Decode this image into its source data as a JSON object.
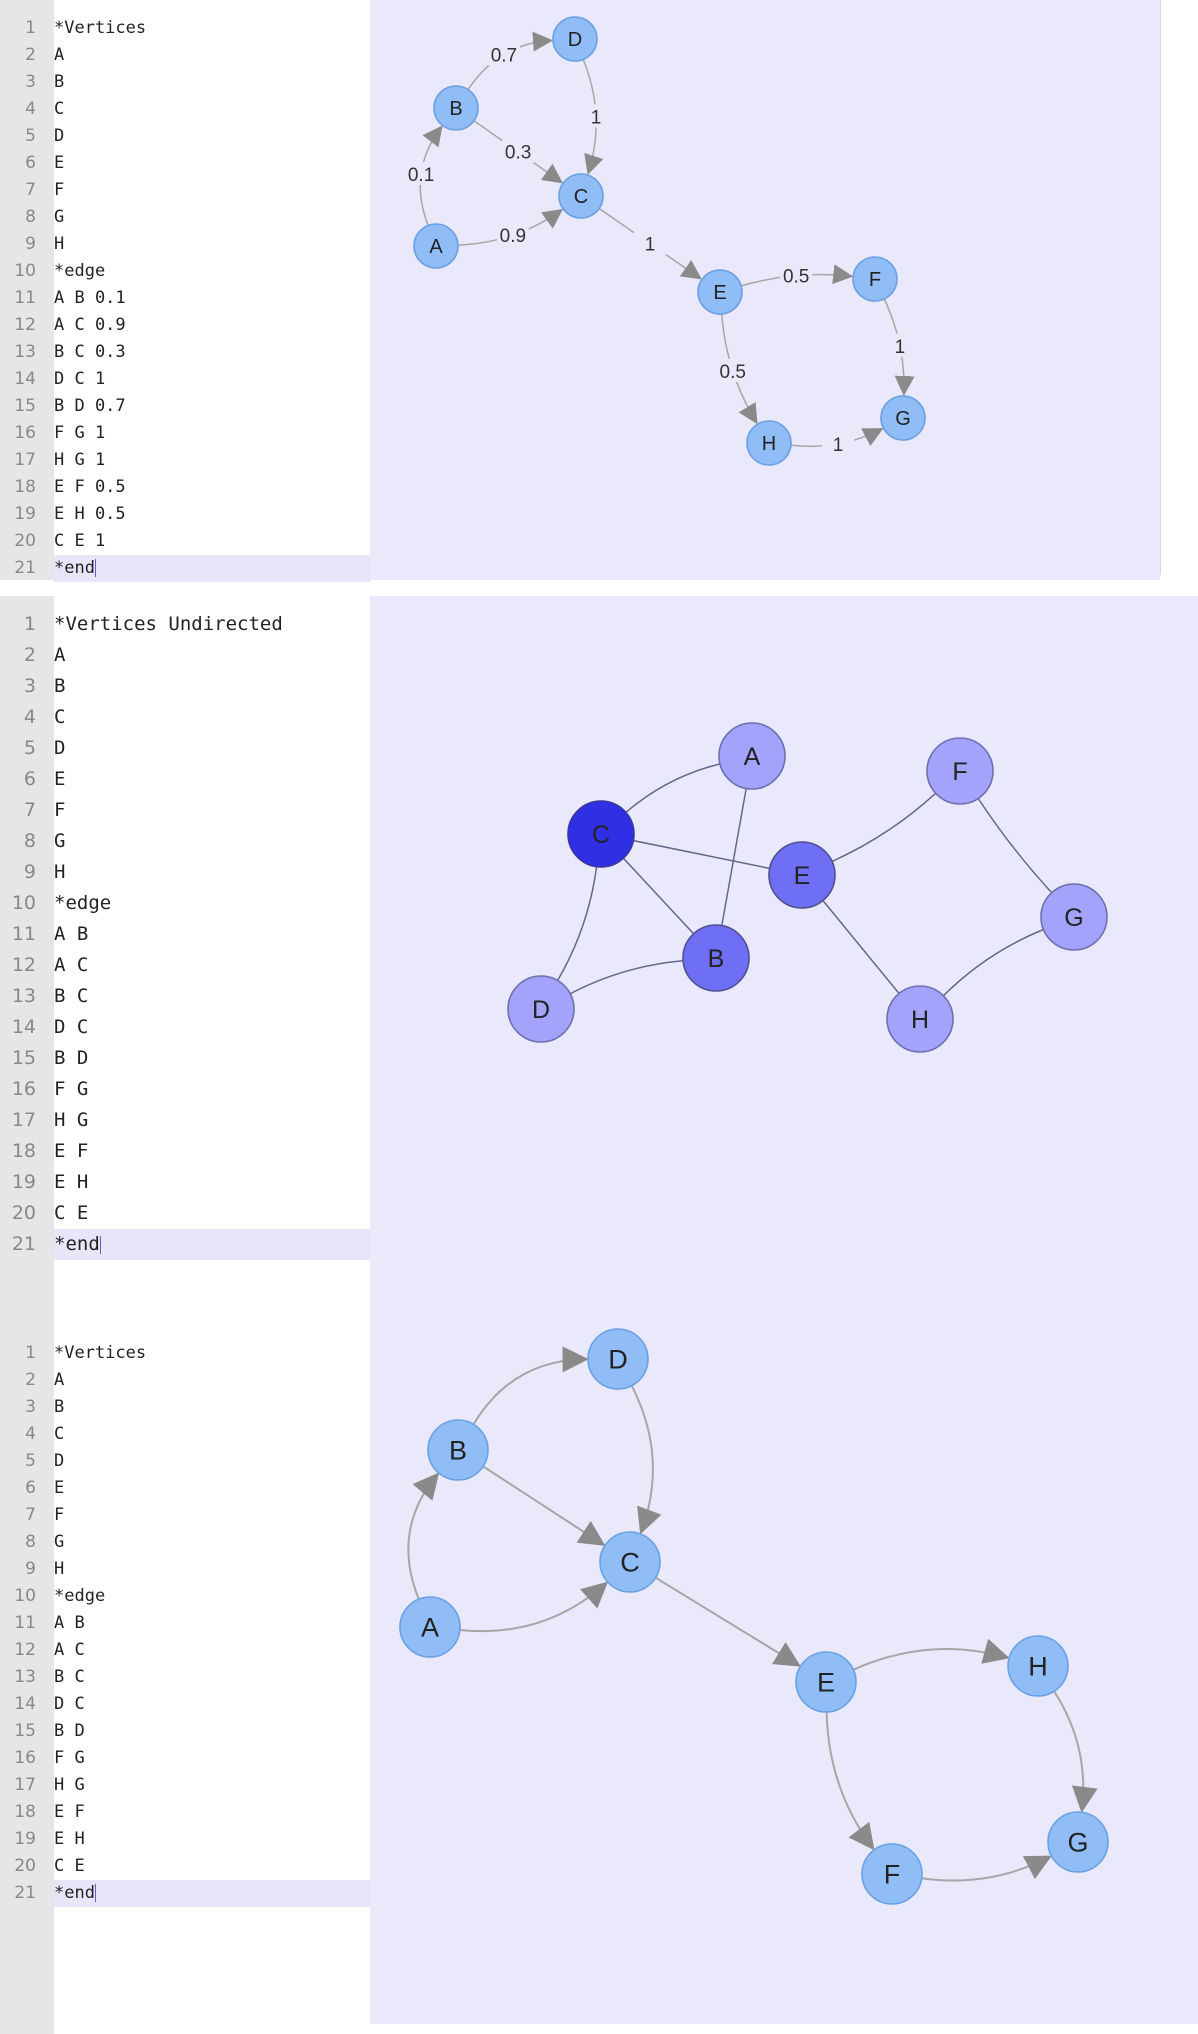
{
  "colors": {
    "gutter": "#e6e6e6",
    "canvas": "#e9e9fb",
    "active_line": "#e6e6f8",
    "node_blue": "#90bdf5",
    "node_blue_stroke": "#6aa0e4",
    "edge_gray": "#a6a6a6",
    "arrow_gray": "#8a8a8a",
    "undirected_edge": "#66668a",
    "node_purple_light": "#a3a3fb",
    "node_purple_mid": "#6f6ff5",
    "node_purple_dark": "#2f2fe6"
  },
  "panels": [
    {
      "name": "weighted-directed",
      "code_lines": [
        "*Vertices",
        "A",
        "B",
        "C",
        "D",
        "E",
        "F",
        "G",
        "H",
        "*edge",
        "A B 0.1",
        "A C 0.9",
        "B C 0.3",
        "D C 1",
        "B D 0.7",
        "F G 1",
        "H G 1",
        "E F 0.5",
        "E H 0.5",
        "C E 1",
        "*end"
      ],
      "graph": {
        "nodes": [
          {
            "id": "A",
            "label": "A"
          },
          {
            "id": "B",
            "label": "B"
          },
          {
            "id": "C",
            "label": "C"
          },
          {
            "id": "D",
            "label": "D"
          },
          {
            "id": "E",
            "label": "E"
          },
          {
            "id": "F",
            "label": "F"
          },
          {
            "id": "G",
            "label": "G"
          },
          {
            "id": "H",
            "label": "H"
          }
        ],
        "edges": [
          {
            "from": "A",
            "to": "B",
            "label": "0.1"
          },
          {
            "from": "A",
            "to": "C",
            "label": "0.9"
          },
          {
            "from": "B",
            "to": "C",
            "label": "0.3"
          },
          {
            "from": "D",
            "to": "C",
            "label": "1"
          },
          {
            "from": "B",
            "to": "D",
            "label": "0.7"
          },
          {
            "from": "F",
            "to": "G",
            "label": "1"
          },
          {
            "from": "H",
            "to": "G",
            "label": "1"
          },
          {
            "from": "E",
            "to": "F",
            "label": "0.5"
          },
          {
            "from": "E",
            "to": "H",
            "label": "0.5"
          },
          {
            "from": "C",
            "to": "E",
            "label": "1"
          }
        ]
      }
    },
    {
      "name": "undirected",
      "code_lines": [
        "*Vertices Undirected",
        "A",
        "B",
        "C",
        "D",
        "E",
        "F",
        "G",
        "H",
        "*edge",
        "A B",
        "A C",
        "B C",
        "D C",
        "B D",
        "F G",
        "H G",
        "E F",
        "E H",
        "C E",
        "*end"
      ],
      "graph": {
        "nodes": [
          {
            "id": "A",
            "label": "A"
          },
          {
            "id": "B",
            "label": "B"
          },
          {
            "id": "C",
            "label": "C"
          },
          {
            "id": "D",
            "label": "D"
          },
          {
            "id": "E",
            "label": "E"
          },
          {
            "id": "F",
            "label": "F"
          },
          {
            "id": "G",
            "label": "G"
          },
          {
            "id": "H",
            "label": "H"
          }
        ],
        "edges": [
          {
            "from": "A",
            "to": "B"
          },
          {
            "from": "A",
            "to": "C"
          },
          {
            "from": "B",
            "to": "C"
          },
          {
            "from": "D",
            "to": "C"
          },
          {
            "from": "B",
            "to": "D"
          },
          {
            "from": "F",
            "to": "G"
          },
          {
            "from": "H",
            "to": "G"
          },
          {
            "from": "E",
            "to": "F"
          },
          {
            "from": "E",
            "to": "H"
          },
          {
            "from": "C",
            "to": "E"
          }
        ]
      }
    },
    {
      "name": "directed",
      "code_lines": [
        "*Vertices",
        "A",
        "B",
        "C",
        "D",
        "E",
        "F",
        "G",
        "H",
        "*edge",
        "A B",
        "A C",
        "B C",
        "D C",
        "B D",
        "F G",
        "H G",
        "E F",
        "E H",
        "C E",
        "*end"
      ],
      "graph": {
        "nodes": [
          {
            "id": "A",
            "label": "A"
          },
          {
            "id": "B",
            "label": "B"
          },
          {
            "id": "C",
            "label": "C"
          },
          {
            "id": "D",
            "label": "D"
          },
          {
            "id": "E",
            "label": "E"
          },
          {
            "id": "F",
            "label": "F"
          },
          {
            "id": "G",
            "label": "G"
          },
          {
            "id": "H",
            "label": "H"
          }
        ],
        "edges": [
          {
            "from": "A",
            "to": "B"
          },
          {
            "from": "A",
            "to": "C"
          },
          {
            "from": "B",
            "to": "C"
          },
          {
            "from": "D",
            "to": "C"
          },
          {
            "from": "B",
            "to": "D"
          },
          {
            "from": "F",
            "to": "G"
          },
          {
            "from": "H",
            "to": "G"
          },
          {
            "from": "E",
            "to": "F"
          },
          {
            "from": "E",
            "to": "H"
          },
          {
            "from": "C",
            "to": "E"
          }
        ]
      }
    }
  ]
}
